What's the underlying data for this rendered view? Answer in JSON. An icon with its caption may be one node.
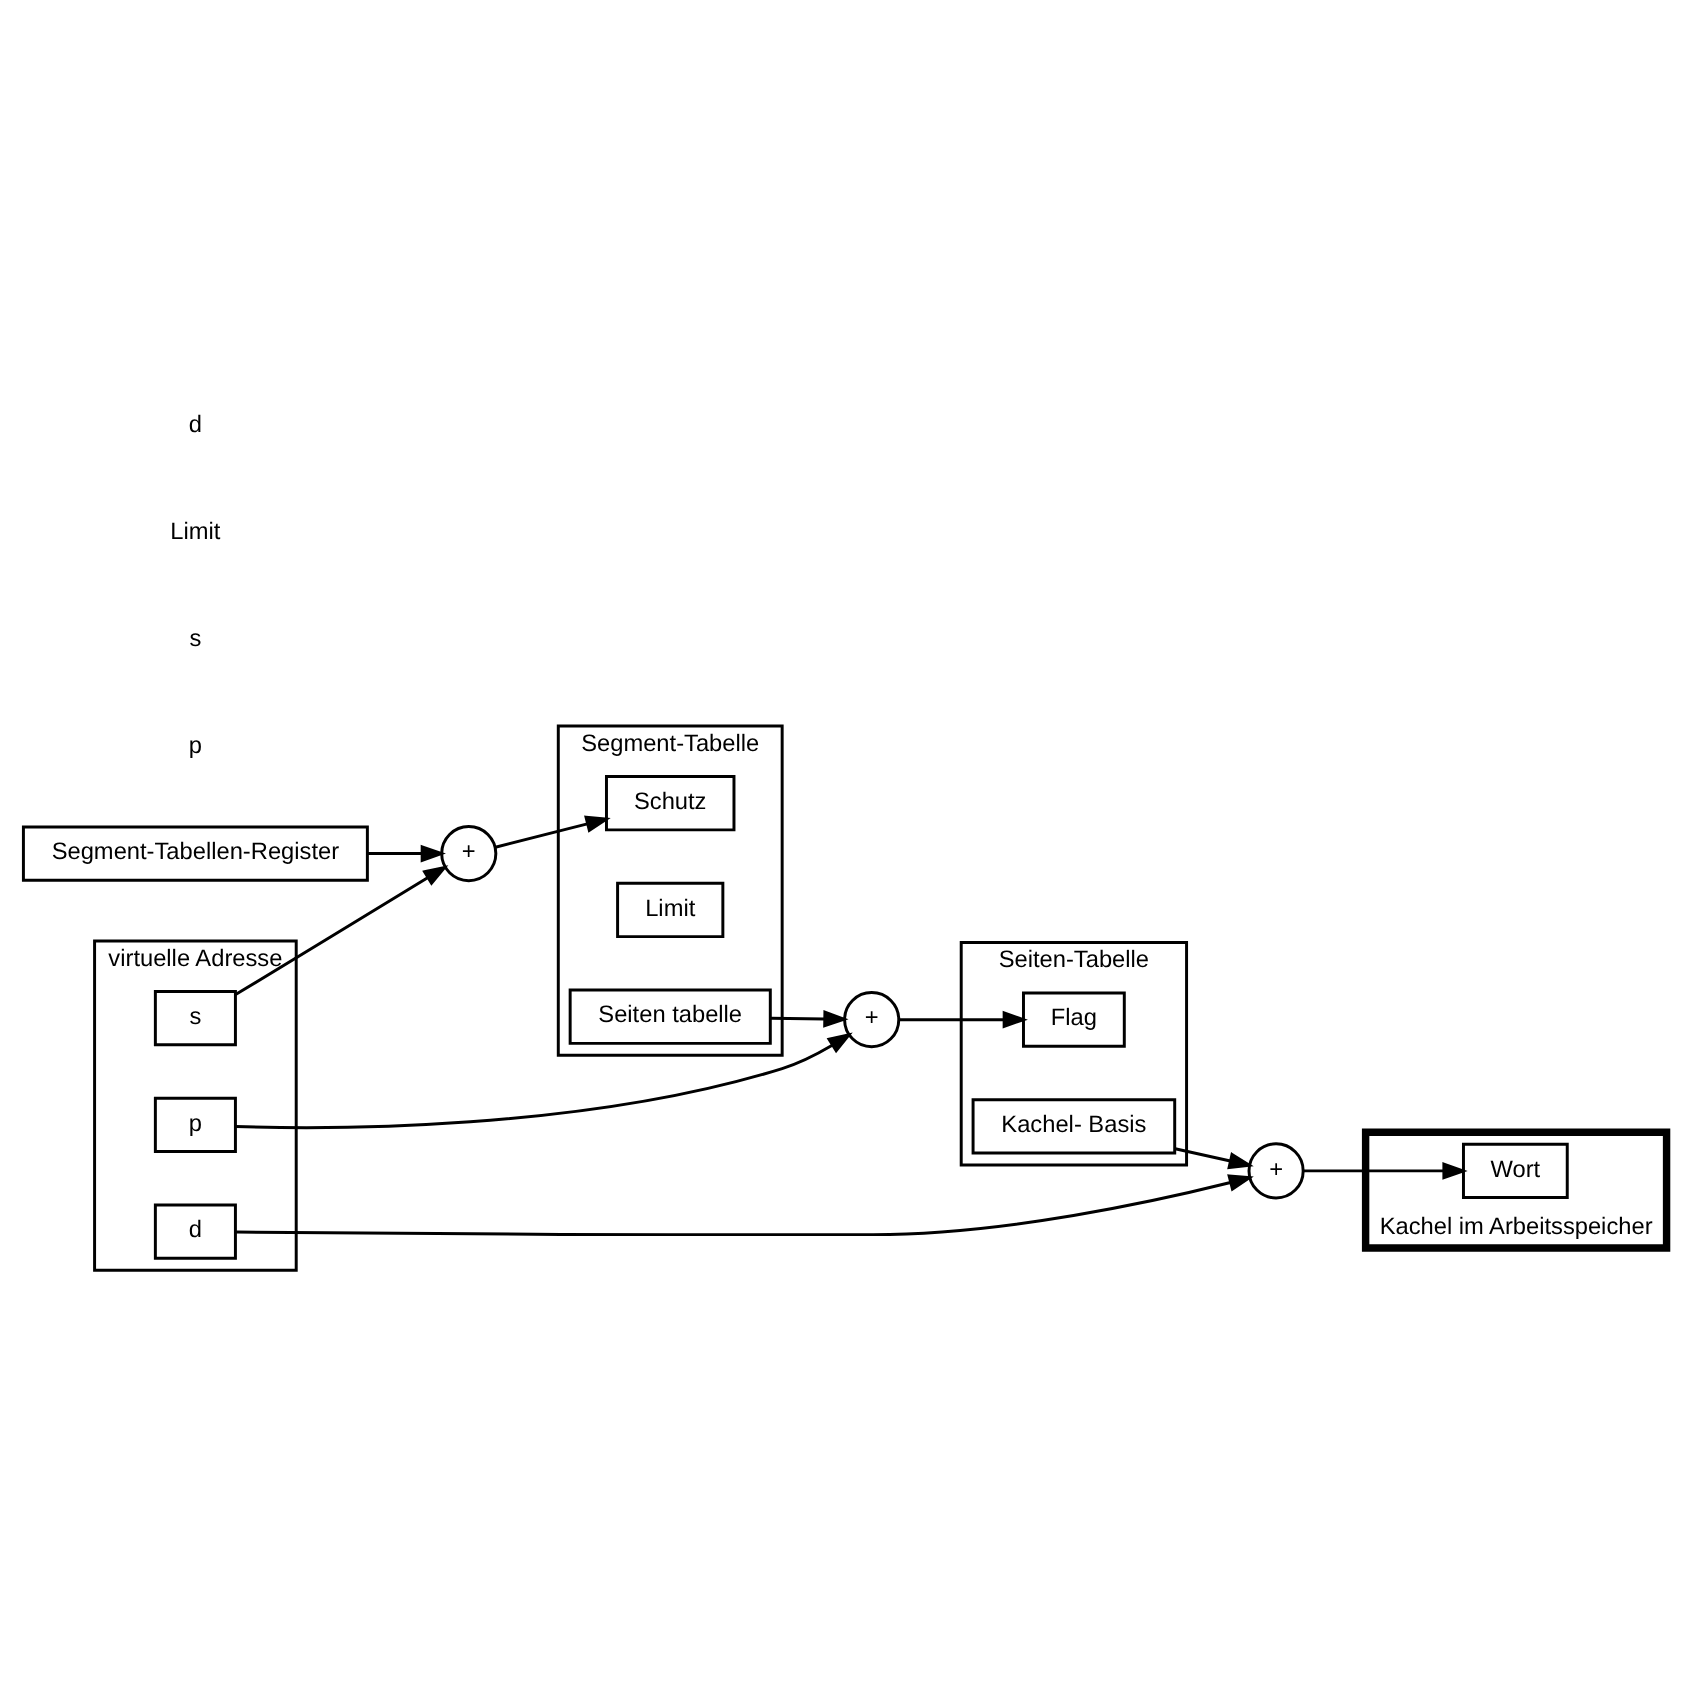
{
  "diagram": {
    "nodes": [
      {
        "text": [
          "Segment-Tabellen-Register"
        ]
      },
      {
        "text": [
          "+"
        ]
      },
      {
        "text": [
          "virtuelle Adresse"
        ]
      },
      {
        "text": [
          "s"
        ],
        "in": 2
      },
      {
        "text": [
          "p"
        ],
        "in": 2
      },
      {
        "text": [
          "d"
        ],
        "in": 2
      },
      {
        "text": [
          "Segment-Tabelle"
        ]
      },
      {
        "text": [
          "Schutz"
        ],
        "in": 6
      },
      {
        "text": [
          "Limit"
        ],
        "in": 6
      },
      {
        "text": [
          "Seiten tabelle"
        ],
        "in": 6
      },
      {
        "text": [
          "+"
        ]
      },
      {
        "text": [
          "Seiten-Tabelle"
        ]
      },
      {
        "text": [
          "Flag"
        ],
        "in": 11
      },
      {
        "text": [
          "Kachel- Basis"
        ],
        "in": 11
      },
      {
        "text": [
          "Kachel im Arbeitsspeicher"
        ]
      },
      {
        "text": [
          "Wort"
        ],
        "in": 14
      },
      {
        "text": [
          "+"
        ]
      }
    ],
    "edges": [
      {
        "from": 0,
        "to": 1,
        "arrow": "to"
      },
      {
        "from": 3,
        "to": 1,
        "arrow": "to"
      },
      {
        "from": 1,
        "to": 7,
        "arrow": "to"
      },
      {
        "from": 4,
        "to": 10,
        "arrow": "to"
      },
      {
        "from": 9,
        "to": 10,
        "arrow": "to"
      },
      {
        "from": 10,
        "to": 12,
        "arrow": "to"
      },
      {
        "from": 5,
        "to": 16,
        "arrow": "to"
      },
      {
        "from": 13,
        "to": 16,
        "arrow": "to"
      },
      {
        "from": 16,
        "to": 15,
        "arrow": "to"
      }
    ],
    "labels": [
      "p",
      "s",
      "Limit",
      "d"
    ]
  }
}
